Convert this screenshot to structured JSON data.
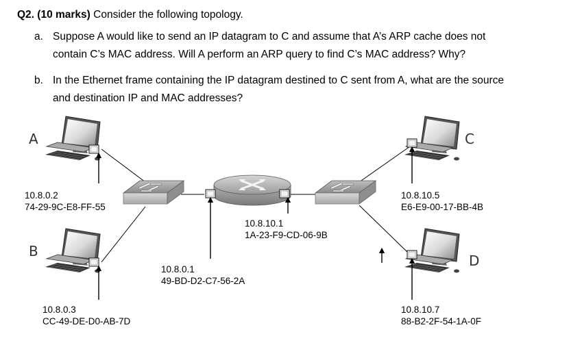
{
  "question": {
    "label": "Q2. (10 marks)",
    "intro": "Consider the following topology.",
    "items": [
      {
        "marker": "a.",
        "lines": [
          "Suppose A would like to send an IP datagram to C and assume that A’s ARP cache does not",
          "contain C’s MAC address. Will A perform an ARP query to find C’s MAC address? Why?"
        ]
      },
      {
        "marker": "b.",
        "lines": [
          "In the Ethernet frame containing the IP datagram destined to C sent from A, what are the source",
          "and destination IP and MAC addresses?"
        ]
      }
    ]
  },
  "topology": {
    "hosts": {
      "A": {
        "name": "A",
        "ip": "10.8.0.2",
        "mac": "74-29-9C-E8-FF-55"
      },
      "B": {
        "name": "B",
        "ip": "10.8.0.3",
        "mac": "CC-49-DE-D0-AB-7D"
      },
      "C": {
        "name": "C",
        "ip": "10.8.10.5",
        "mac": "E6-E9-00-17-BB-4B"
      },
      "D": {
        "name": "D",
        "ip": "10.8.10.7",
        "mac": "88-B2-2F-54-1A-0F"
      }
    },
    "router_left": {
      "ip": "10.8.0.1",
      "mac": "49-BD-D2-C7-56-2A"
    },
    "router_right": {
      "ip": "10.8.10.1",
      "mac": "1A-23-F9-CD-06-9B"
    }
  }
}
